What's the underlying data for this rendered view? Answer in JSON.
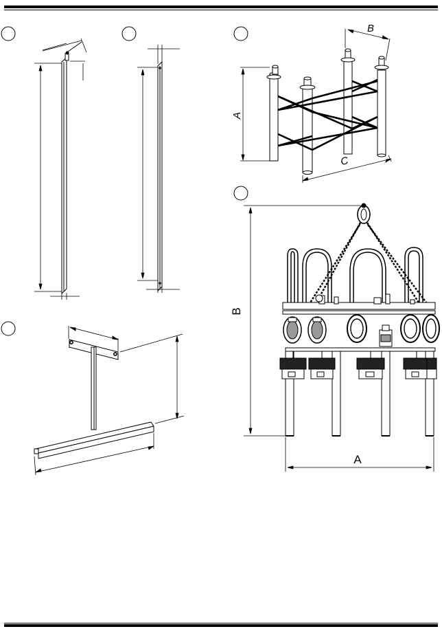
{
  "figures": {
    "fig1": {
      "number": ""
    },
    "fig2": {
      "number": ""
    },
    "fig3": {
      "number": "",
      "dims": {
        "a": "A",
        "b": "B",
        "c": "C"
      }
    },
    "fig4": {
      "number": ""
    },
    "fig5": {
      "number": "",
      "dims": {
        "a": "A",
        "b": "B"
      }
    }
  },
  "colors": {
    "line": "#000000",
    "paper": "#ffffff",
    "fill_dark": "#222222",
    "fill_mid": "#9a9a9a"
  }
}
